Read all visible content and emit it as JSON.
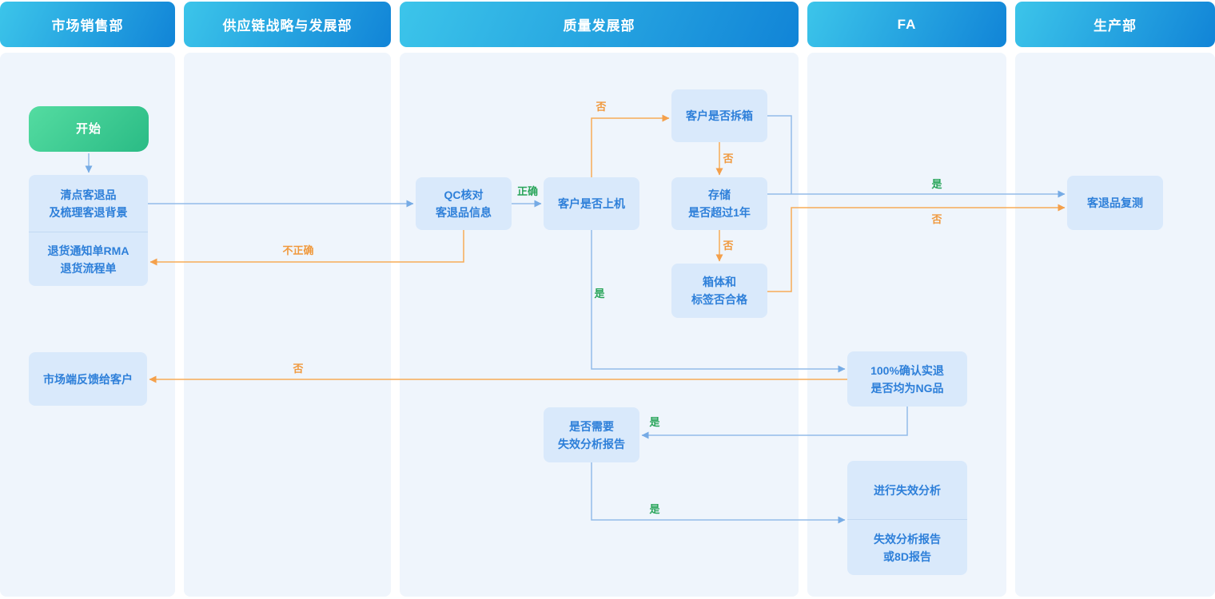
{
  "lanes": [
    {
      "title": "市场销售部"
    },
    {
      "title": "供应链战略与发展部"
    },
    {
      "title": "质量发展部"
    },
    {
      "title": "FA"
    },
    {
      "title": "生产部"
    }
  ],
  "nodes": {
    "start": {
      "label": "开始"
    },
    "intake": {
      "lines": [
        "清点客退品",
        "及梳理客退背景"
      ]
    },
    "rma": {
      "lines": [
        "退货通知单RMA",
        "退货流程单"
      ]
    },
    "qc": {
      "lines": [
        "QC核对",
        "客退品信息"
      ]
    },
    "on_machine": {
      "label": "客户是否上机"
    },
    "unboxed": {
      "label": "客户是否拆箱"
    },
    "storage": {
      "lines": [
        "存储",
        "是否超过1年"
      ]
    },
    "box_label": {
      "lines": [
        "箱体和",
        "标签否合格"
      ]
    },
    "retest": {
      "label": "客退品复测"
    },
    "feedback": {
      "label": "市场端反馈给客户"
    },
    "confirm_ng": {
      "lines": [
        "100%确认实退",
        "是否均为NG品"
      ]
    },
    "need_fa": {
      "lines": [
        "是否需要",
        "失效分析报告"
      ]
    },
    "do_fa": {
      "label": "进行失效分析"
    },
    "fa_report": {
      "lines": [
        "失效分析报告",
        "或8D报告"
      ]
    }
  },
  "edge_labels": {
    "correct": "正确",
    "incorrect": "不正确",
    "yes": "是",
    "no": "否"
  },
  "edges": [
    {
      "from": "start",
      "to": "intake",
      "label": ""
    },
    {
      "from": "intake",
      "to": "qc",
      "label": ""
    },
    {
      "from": "qc",
      "to": "on_machine",
      "label": "正确"
    },
    {
      "from": "qc",
      "to": "rma",
      "label": "不正确"
    },
    {
      "from": "on_machine",
      "to": "unboxed",
      "label": "否"
    },
    {
      "from": "unboxed",
      "to": "storage",
      "label": "否"
    },
    {
      "from": "storage",
      "to": "box_label",
      "label": "否"
    },
    {
      "from": "unboxed",
      "to": "retest",
      "label": "是"
    },
    {
      "from": "storage",
      "to": "retest",
      "label": "是"
    },
    {
      "from": "box_label",
      "to": "retest",
      "label": "否"
    },
    {
      "from": "on_machine",
      "to": "confirm_ng",
      "label": "是"
    },
    {
      "from": "confirm_ng",
      "to": "feedback",
      "label": "否"
    },
    {
      "from": "confirm_ng",
      "to": "need_fa",
      "label": "是"
    },
    {
      "from": "need_fa",
      "to": "do_fa",
      "label": "是"
    }
  ],
  "colors": {
    "header_gradient_from": "#3cc5ea",
    "header_gradient_to": "#1184d7",
    "lane_background": "#eff5fc",
    "node_background": "#d9e9fb",
    "node_text": "#2d7fd9",
    "start_gradient_from": "#54dca1",
    "start_gradient_to": "#2abb85",
    "blue_line": "#93bce9",
    "orange_line": "#f7ab57",
    "green_label": "#29a55a",
    "orange_label": "#f0993d"
  }
}
